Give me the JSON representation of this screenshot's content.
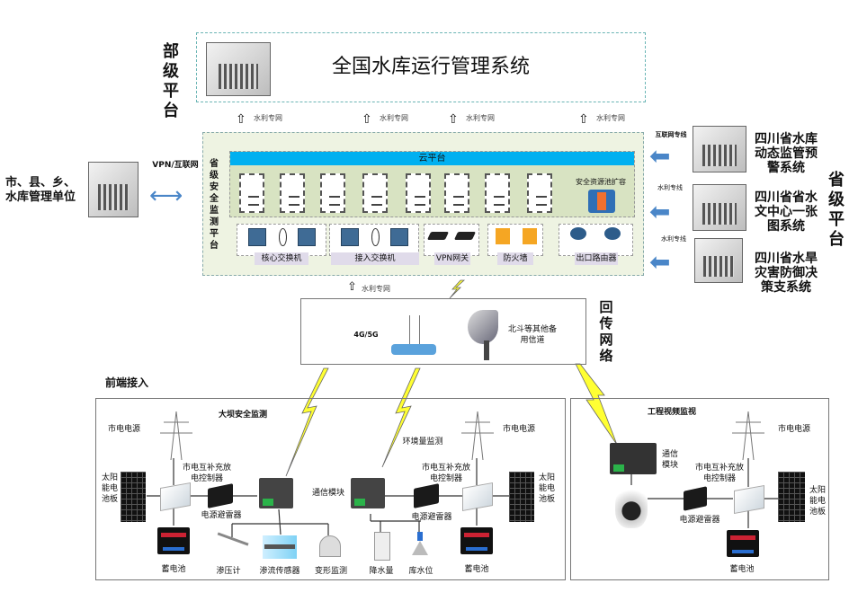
{
  "ministry": {
    "side_label": "部级平台",
    "system_title": "全国水库运行管理系统"
  },
  "uplinks": [
    "水利专网",
    "水利专网",
    "水利专网",
    "水利专网"
  ],
  "province_platform": {
    "side_label": "省级安全监测平台",
    "cloud_label": "云平台",
    "security_pool_label": "安全资源池扩容",
    "devices": [
      "核心交换机",
      "接入交换机",
      "VPN网关",
      "防火墙",
      "出口路由器"
    ]
  },
  "left_unit": {
    "label": "市、县、乡、水库管理单位",
    "link_label": "VPN/互联网"
  },
  "right_systems": {
    "side_label": "省级平台",
    "items": [
      {
        "link": "互联网专线",
        "name": "四川省水库动态监管预警系统"
      },
      {
        "link": "水利专线",
        "name": "四川省省水文中心一张图系统"
      },
      {
        "link": "水利专线",
        "name": "四川省水旱灾害防御决策支系统"
      }
    ]
  },
  "backhaul": {
    "side_label": "回传网络",
    "uplink": "水利专网",
    "cellular": "4G/5G",
    "satellite": "北斗等其他备用信道"
  },
  "frontend": {
    "title": "前端接入",
    "dam": {
      "title": "大坝安全监测",
      "env_title": "环境量监测",
      "mains": "市电电源",
      "controller": "市电互补充放电控制器",
      "solar": "太阳能电池板",
      "surge": "电源避雷器",
      "battery": "蓄电池",
      "comm": "通信模块",
      "sensors": [
        "渗压计",
        "渗流传感器",
        "变形监测",
        "降水量",
        "库水位"
      ]
    },
    "video": {
      "title": "工程视频监视",
      "comm": "通信模块",
      "mains": "市电电源",
      "controller": "市电互补充放电控制器",
      "solar": "太阳能电池板",
      "surge": "电源避雷器",
      "battery": "蓄电池"
    }
  },
  "colors": {
    "cloud_bar": "#00b0f0",
    "platform_bg": "#eef3e2",
    "arrow_blue": "#4a86c8",
    "bolt": "#ffff00",
    "device_label_bg": "#e0dbea"
  }
}
